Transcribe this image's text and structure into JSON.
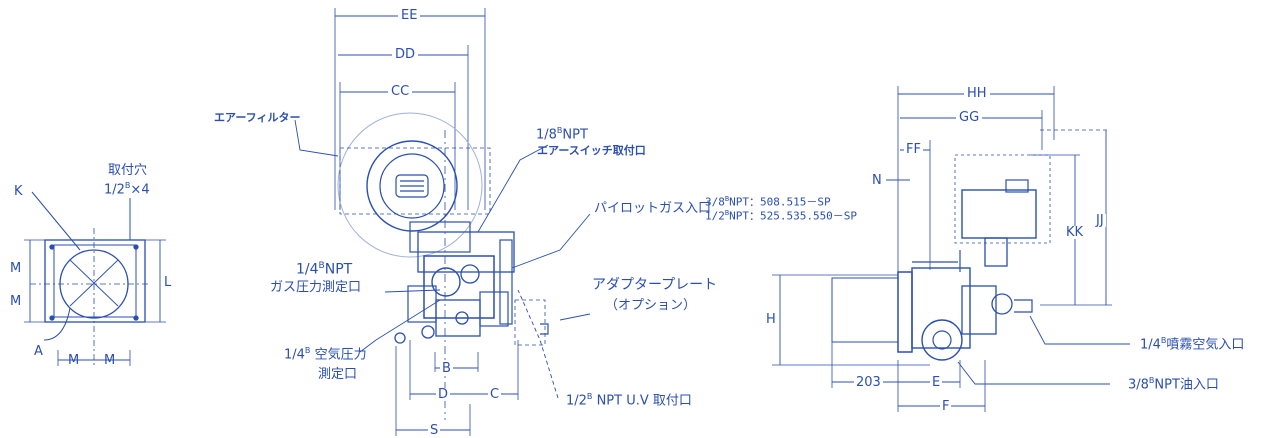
{
  "left_view": {
    "hole_label_line1": "取付穴",
    "hole_label_line2": "1/2",
    "hole_label_sup": "B",
    "hole_label_mult": "×4",
    "k": "K",
    "a": "A",
    "m_top": "M",
    "m_bottom": "M",
    "m_left": "M",
    "m_right": "M",
    "l": "L"
  },
  "middle_view": {
    "ee": "EE",
    "dd": "DD",
    "cc": "CC",
    "air_filter": "エアーフィルター",
    "npt_18": "1/8",
    "npt_18_sup": "B",
    "npt_18_suffix": "NPT",
    "air_switch": "エアースイッチ取付口",
    "npt38": "3/8",
    "npt38_sup": "B",
    "npt38_rest": "NPT：508.515－SP",
    "npt12": "1/2",
    "npt12_sup": "B",
    "npt12_rest": "NPT：525.535.550－SP",
    "pilot_gas": "パイロットガス入口",
    "npt14": "1/4",
    "npt14_sup": "B",
    "npt14_suffix": "NPT",
    "gas_pressure": "ガス圧力測定口",
    "adapter_plate": "アダプタープレート",
    "option": "（オプション）",
    "air_pressure_prefix": "1/4",
    "air_pressure_sup": "B",
    "air_pressure": "空気圧力",
    "measure_port": "測定口",
    "b": "B",
    "d": "D",
    "c": "C",
    "s": "S",
    "uv_prefix": "1/2",
    "uv_sup": "B",
    "uv": "NPT  U.V 取付口"
  },
  "right_view": {
    "hh": "HH",
    "gg": "GG",
    "ff": "FF",
    "n": "N",
    "kk": "KK",
    "jj": "JJ",
    "h": "H",
    "d203": "203",
    "e": "E",
    "f": "F",
    "spray_prefix": "1/4",
    "spray_sup": "B",
    "spray": "噴霧空気入口",
    "oil_prefix": "3/8",
    "oil_sup": "B",
    "oil": "NPT油入口"
  },
  "colors": {
    "ink": "#2a4fb0",
    "paper": "#ffffff",
    "light": "#9fb0de"
  }
}
